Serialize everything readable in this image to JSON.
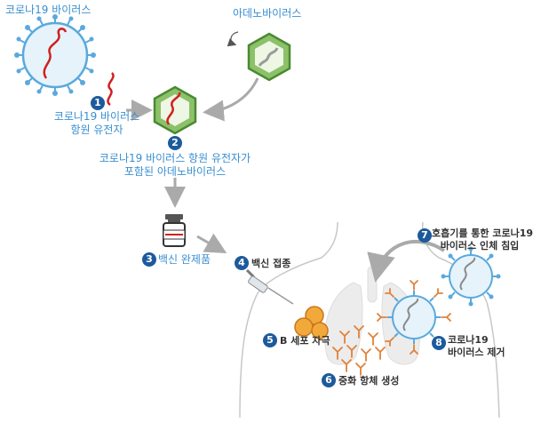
{
  "colors": {
    "blue_text": "#3a8fd0",
    "badge": "#1d5a9c",
    "virus": "#5aa9dd",
    "adeno": "#5fa845",
    "rna": "#d02020",
    "antibody": "#e0823a",
    "arrow": "#aaaaaa"
  },
  "labels": {
    "covid_virus": "코로나19 바이러스",
    "adenovirus": "아데노바이러스",
    "antigen_gene_l1": "코로나19 바이러스",
    "antigen_gene_l2": "항원 유전자",
    "combined_l1": "코로나19 바이러스 항원 유전자가",
    "combined_l2": "포함된 아데노바이러스",
    "vaccine_product": "백신 완제품",
    "vaccination": "백신 접종",
    "b_cell": "B 세포 자극",
    "antibody": "중화 항체 생성",
    "invasion_l1": "호흡기를 통한 코로나19",
    "invasion_l2": "바이러스 인체 침입",
    "removal_l1": "코로나19",
    "removal_l2": "바이러스 제거"
  },
  "steps": [
    "1",
    "2",
    "3",
    "4",
    "5",
    "6",
    "7",
    "8"
  ]
}
